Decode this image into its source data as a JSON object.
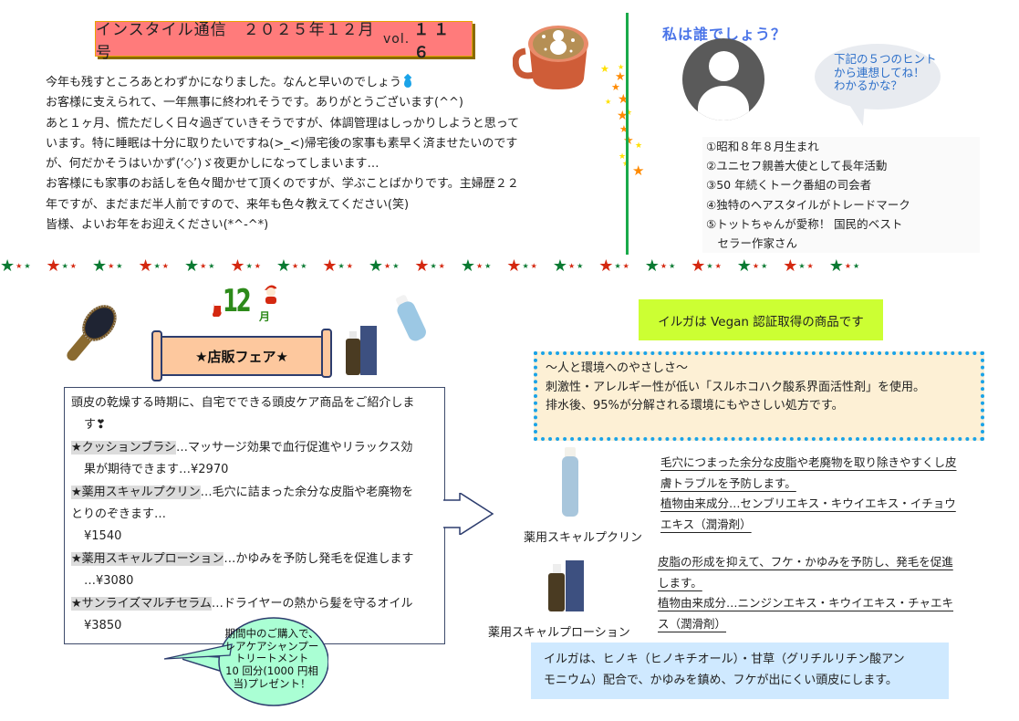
{
  "header": {
    "title_prefix": "インスタイル通信　２０２５年１２月号",
    "title_vol": "vol.",
    "title_number": "１１６"
  },
  "intro": {
    "lines": [
      "今年も残すところあとわずかになりました。なんと早いのでしょう",
      "お客様に支えられて、一年無事に終われそうです。ありがとうございます(^^)",
      "あと１ヶ月、慌ただしく日々過ぎていきそうですが、体調管理はしっかりしようと思って",
      "います。特に睡眠は十分に取りたいですね(>_<)帰宅後の家事も素早く済ませたいのです",
      "が、何だかそうはいかず(‘◇’)ゞ夜更かしになってしまいます…",
      "お客様にも家事のお話しを色々聞かせて頂くのですが、学ぶことばかりです。主婦歴２２",
      "年ですが、まだまだ半人前ですので、来年も色々教えてください(笑)",
      "皆様、よいお年をお迎えください(*^-^*)"
    ]
  },
  "quiz": {
    "title": "私は誰でしょう？",
    "bubble_lines": [
      "下記の５つのヒント",
      "から連想してね！",
      "わかるかな？"
    ],
    "hints": [
      "①昭和８年８月生まれ",
      "②ユニセフ親善大使として長年活動",
      "③50 年続くトーク番組の司会者",
      "④独特のヘアスタイルがトレードマーク",
      "⑤トットちゃんが愛称！ 国民的ベスト",
      "　セラー作家さん"
    ]
  },
  "fair": {
    "month_label": "12",
    "month_suffix": "月",
    "banner": "★店販フェア★",
    "intro_line1": "頭皮の乾燥する時期に、自宅でできる頭皮ケア商品をご紹介しま",
    "intro_line2": "す❣",
    "items": [
      {
        "name": "★クッションブラシ",
        "desc1": "…マッサージ効果で血行促進やリラックス効",
        "desc2": "果が期待できます…¥2970"
      },
      {
        "name": "★薬用スキャルプクリン",
        "desc1": "…毛穴に詰まった余分な皮脂や老廃物を",
        "desc2": "とりのぞきます…",
        "price": "¥1540"
      },
      {
        "name": "★薬用スキャルプローション",
        "desc1": "…かゆみを予防し発毛を促進します",
        "price": "…¥3080"
      },
      {
        "name": "★サンライズマルチセラム",
        "desc1": "…ドライヤーの熱から髪を守るオイル",
        "price": "¥3850"
      }
    ],
    "promo_lines": [
      "期間中のご購入で、",
      "レアケアシャンプー",
      "トリートメント",
      "10 回分(1000 円相",
      "当)プレゼント！"
    ]
  },
  "ilga": {
    "vegan_label": "イルガは Vegan 認証取得の商品です",
    "eco_lines": [
      "～人と環境へのやさしさ～",
      "刺激性・アレルギー性が低い「スルホコハク酸系界面活性剤」を使用。",
      "排水後、95%が分解される環境にもやさしい処方です。"
    ],
    "products": [
      {
        "name": "薬用スキャルプクリン",
        "desc": [
          "毛穴につまった余分な皮脂や老廃物を取り除きやすくし皮",
          "膚トラブルを予防します。",
          "植物由来成分…センブリエキス・キウイエキス・イチョウ",
          "エキス（潤滑剤）"
        ]
      },
      {
        "name": "薬用スキャルプローション",
        "desc": [
          "皮脂の形成を抑えて、フケ・かゆみを予防し、発毛を促進",
          "します。",
          "植物由来成分…ニンジンエキス・キウイエキス・チャエキ",
          "ス（潤滑剤）"
        ]
      }
    ],
    "footer_lines": [
      "イルガは、ヒノキ（ヒノキチオール）・甘草（グリチルリチン酸アン",
      "モニウム）配合で、かゆみを鎮め、フケが出にくい頭皮にします。"
    ]
  },
  "colors": {
    "title_bg": "#ff7b7b",
    "divider": "#1aaa4a",
    "quiz_title": "#4a74e8",
    "vegan_bg": "#ccff33",
    "eco_bg": "#fdf0d5",
    "eco_border": "#1aa3e8",
    "ilga_bg": "#cfe9ff",
    "promo_bg": "#aaffd4",
    "banner_bg": "#fdc89e"
  }
}
